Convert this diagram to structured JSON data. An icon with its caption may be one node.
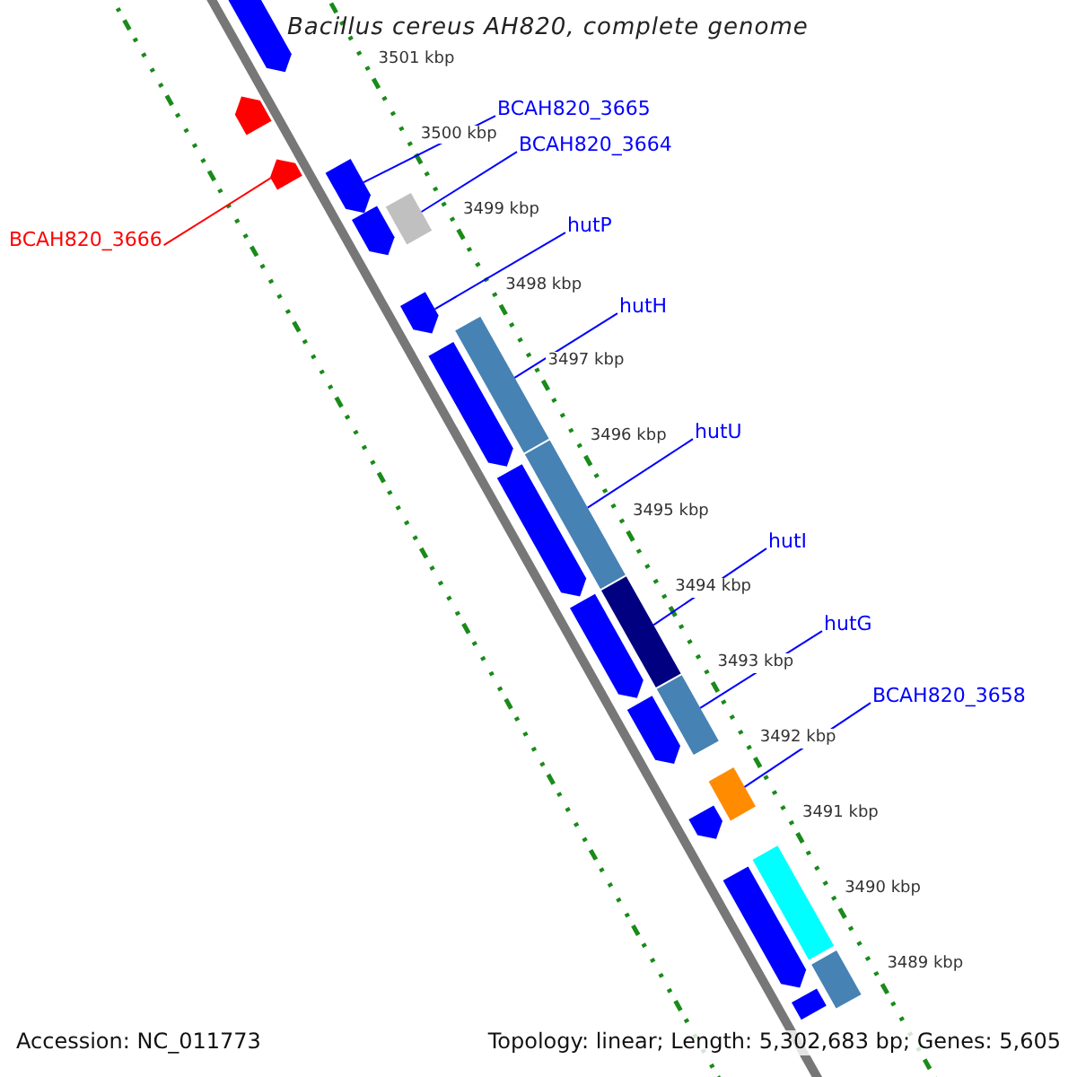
{
  "diagram": {
    "title": "Bacillus cereus AH820, complete genome",
    "nodes": [
      {
        "text": [
          "BCAH820_3665"
        ]
      },
      {
        "text": [
          "BCAH820_3664"
        ]
      },
      {
        "text": [
          "BCAH820_3666"
        ]
      },
      {
        "text": [
          "hutP"
        ]
      },
      {
        "text": [
          "hutH"
        ]
      },
      {
        "text": [
          "hutU"
        ]
      },
      {
        "text": [
          "hutI"
        ]
      },
      {
        "text": [
          "hutG"
        ]
      },
      {
        "text": [
          "BCAH820_3658"
        ]
      },
      {
        "text": [],
        "shape": "box"
      },
      {
        "text": [],
        "shape": "box"
      },
      {
        "text": [],
        "shape": "box"
      },
      {
        "text": [],
        "shape": "box"
      },
      {
        "text": [],
        "shape": "box"
      },
      {
        "text": [],
        "shape": "box"
      },
      {
        "text": [],
        "shape": "box"
      },
      {
        "text": [],
        "shape": "box"
      },
      {
        "text": [],
        "shape": "box"
      },
      {
        "text": [],
        "shape": "box"
      },
      {
        "text": [],
        "shape": "box"
      },
      {
        "text": [],
        "shape": "box"
      },
      {
        "text": [],
        "shape": "box"
      },
      {
        "text": [],
        "shape": "box"
      },
      {
        "text": [],
        "shape": "box"
      },
      {
        "text": [],
        "shape": "box"
      },
      {
        "text": [],
        "shape": "box"
      },
      {
        "text": [],
        "shape": "box"
      },
      {
        "text": [],
        "shape": "box"
      },
      {
        "text": [],
        "shape": "box"
      },
      {
        "text": [],
        "shape": "box"
      }
    ],
    "edges": [
      {
        "from": 0,
        "to": 12,
        "arrow": "none"
      },
      {
        "from": 1,
        "to": 14,
        "arrow": "none"
      },
      {
        "from": 2,
        "to": 11,
        "arrow": "none",
        "color": "#ff0000"
      },
      {
        "from": 3,
        "to": 15,
        "arrow": "none"
      },
      {
        "from": 4,
        "to": 16,
        "arrow": "none"
      },
      {
        "from": 5,
        "to": 18,
        "arrow": "none"
      },
      {
        "from": 6,
        "to": 20,
        "arrow": "none"
      },
      {
        "from": 7,
        "to": 22,
        "arrow": "none"
      },
      {
        "from": 8,
        "to": 24,
        "arrow": "none"
      }
    ],
    "labels": [
      "3501 kbp",
      "3500 kbp",
      "3499 kbp",
      "3498 kbp",
      "3497 kbp",
      "3496 kbp",
      "3495 kbp",
      "3494 kbp",
      "3493 kbp",
      "3492 kbp",
      "3491 kbp",
      "3490 kbp",
      "3489 kbp",
      "Accession: NC_011773",
      "Topology: linear; Length: 5,302,683 bp; Genes: 5,605"
    ]
  }
}
